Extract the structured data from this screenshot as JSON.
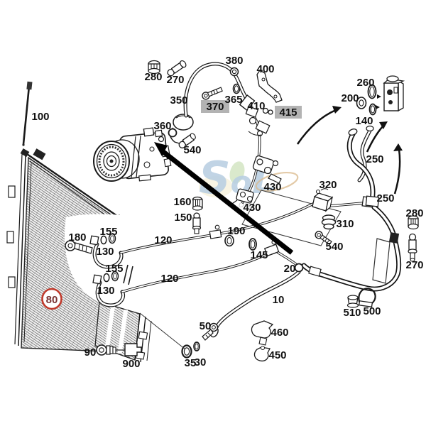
{
  "figure": {
    "kind": "exploded-parts-diagram",
    "colors": {
      "line": "#1a1a1a",
      "label_box_bg": "#b3b3b3",
      "highlight_circle": "#c0392b",
      "watermark_blue": "#b9cfe2",
      "watermark_green": "#b5d49a",
      "watermark_orange": "#d9b88a"
    },
    "watermark": {
      "letters": [
        "S",
        "o",
        "L"
      ],
      "subtext": "OnL"
    },
    "highlight": {
      "circled_part": "80",
      "boxed_parts": [
        "370",
        "415"
      ]
    },
    "callouts": [
      {
        "text": "100"
      },
      {
        "text": "280"
      },
      {
        "text": "270"
      },
      {
        "text": "380"
      },
      {
        "text": "350"
      },
      {
        "text": "370"
      },
      {
        "text": "365"
      },
      {
        "text": "400"
      },
      {
        "text": "410"
      },
      {
        "text": "415"
      },
      {
        "text": "360"
      },
      {
        "text": "540"
      },
      {
        "text": "160"
      },
      {
        "text": "150"
      },
      {
        "text": "430"
      },
      {
        "text": "430"
      },
      {
        "text": "320"
      },
      {
        "text": "310"
      },
      {
        "text": "540"
      },
      {
        "text": "200"
      },
      {
        "text": "260"
      },
      {
        "text": "140"
      },
      {
        "text": "250"
      },
      {
        "text": "250"
      },
      {
        "text": "280"
      },
      {
        "text": "270"
      },
      {
        "text": "190"
      },
      {
        "text": "145"
      },
      {
        "text": "20"
      },
      {
        "text": "10"
      },
      {
        "text": "510"
      },
      {
        "text": "500"
      },
      {
        "text": "460"
      },
      {
        "text": "450"
      },
      {
        "text": "90"
      },
      {
        "text": "900"
      },
      {
        "text": "35"
      },
      {
        "text": "30"
      },
      {
        "text": "50"
      },
      {
        "text": "180"
      },
      {
        "text": "155"
      },
      {
        "text": "130"
      },
      {
        "text": "155"
      },
      {
        "text": "130"
      },
      {
        "text": "120"
      },
      {
        "text": "120"
      },
      {
        "text": "80"
      }
    ]
  }
}
